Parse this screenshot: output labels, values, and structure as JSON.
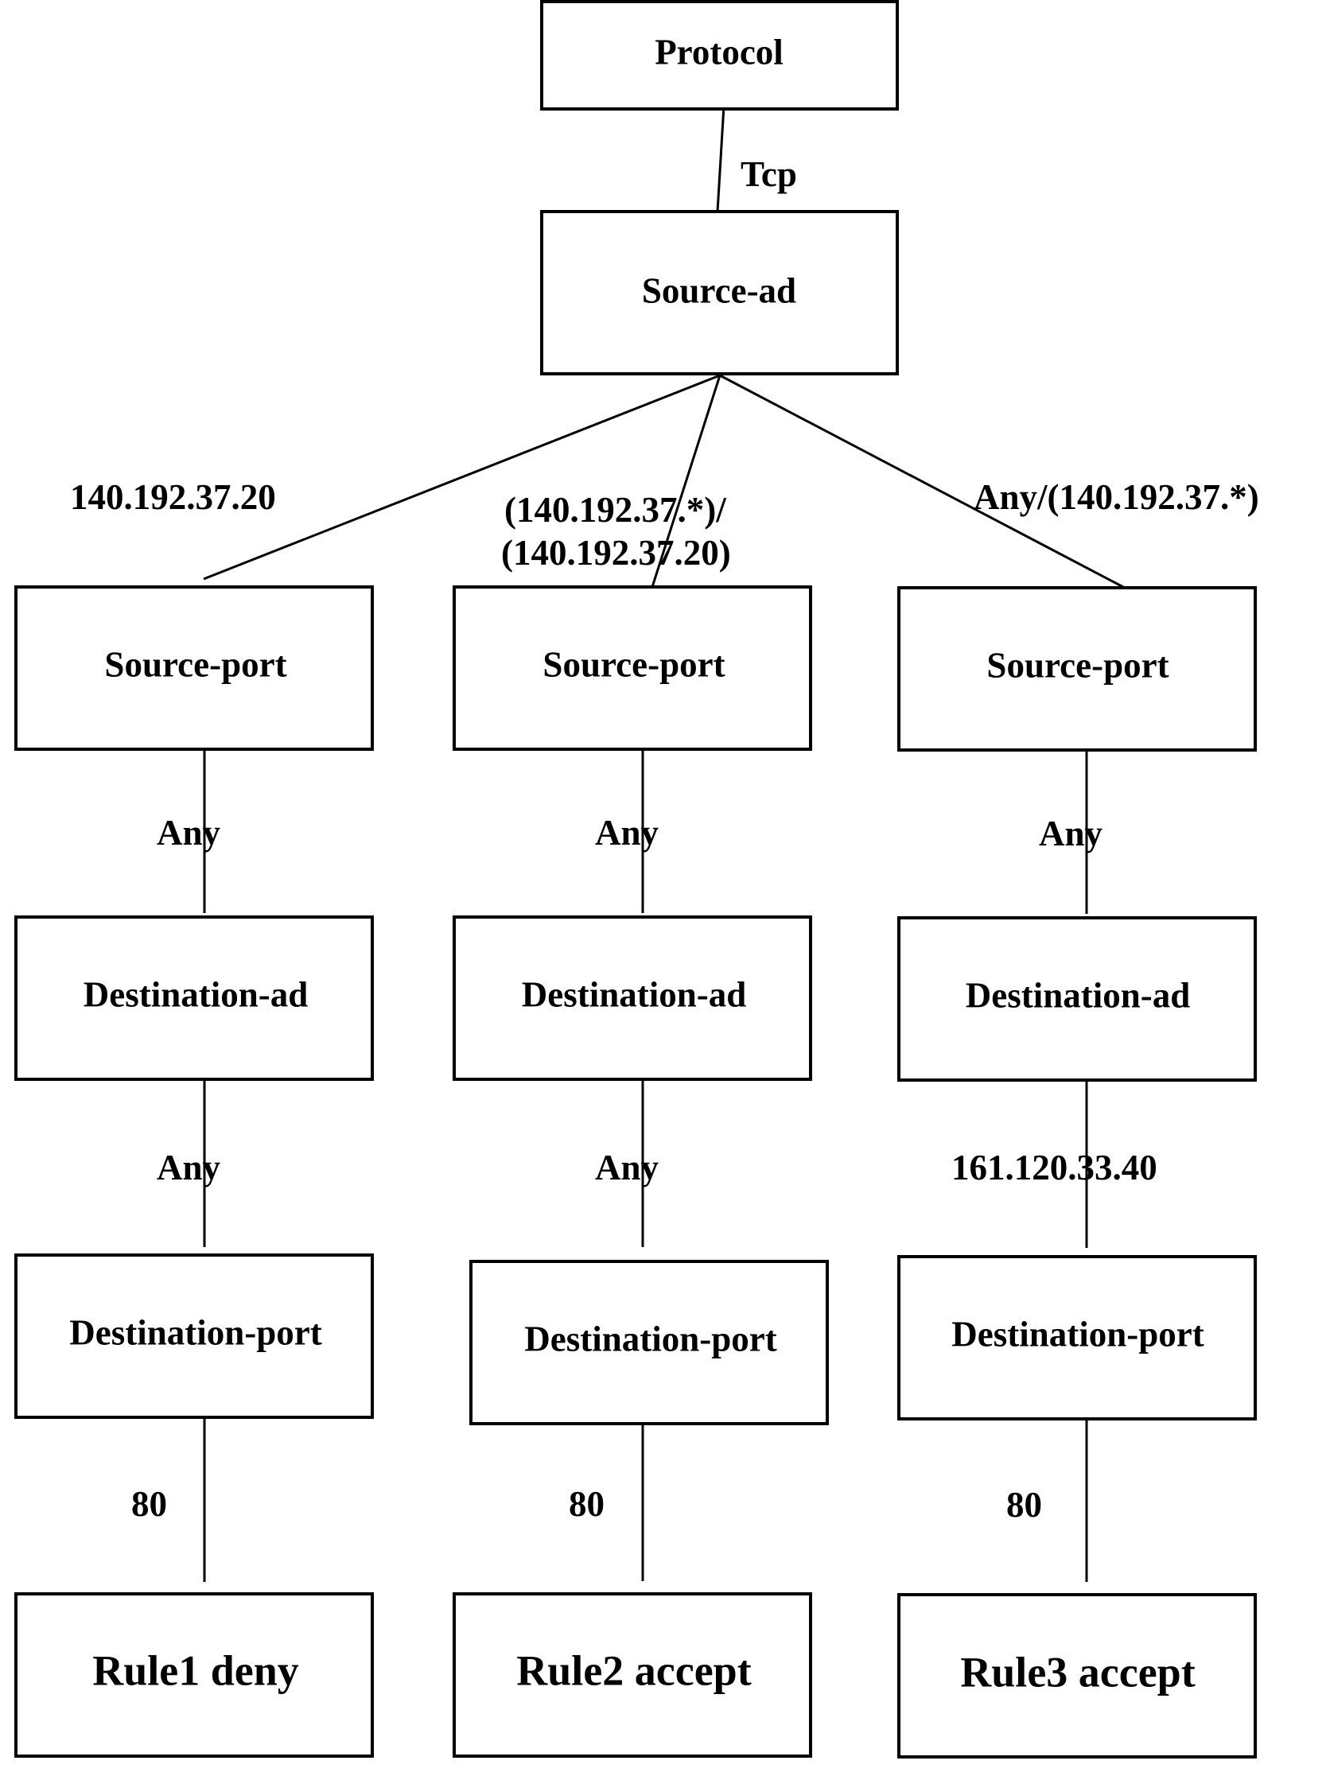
{
  "nodes": {
    "protocol": "Protocol",
    "source_ad": "Source-ad",
    "source_port": [
      "Source-port",
      "Source-port",
      "Source-port"
    ],
    "destination_ad": [
      "Destination-ad",
      "Destination-ad",
      "Destination-ad"
    ],
    "destination_port": [
      "Destination-port",
      "Destination-port",
      "Destination-port"
    ],
    "rules": [
      "Rule1 deny",
      "Rule2 accept",
      "Rule3 accept"
    ]
  },
  "edges": {
    "protocol_to_source_ad": "Tcp",
    "source_ad_to_source_port": [
      "140.192.37.20",
      "(140.192.37.*)/",
      "(140.192.37.20)",
      "Any/(140.192.37.*)"
    ],
    "source_port_to_destination_ad": [
      "Any",
      "Any",
      "Any"
    ],
    "destination_ad_to_destination_port": [
      "Any",
      "Any",
      "161.120.33.40"
    ],
    "destination_port_to_rule": [
      "80",
      "80",
      "80"
    ]
  }
}
